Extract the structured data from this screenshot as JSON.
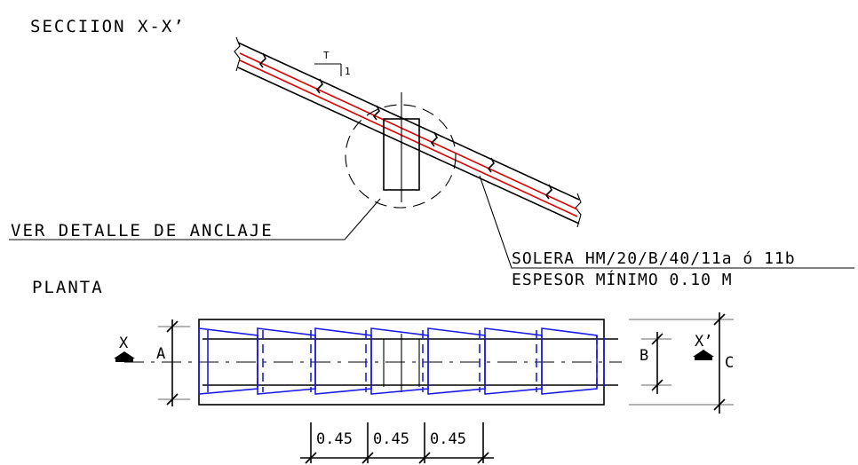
{
  "section_title": "SECCIION X-X’",
  "slope_label_top": "T",
  "slope_label_side": "1",
  "detail_callout": "VER DETALLE DE ANCLAJE",
  "slab_spec_line1": "SOLERA HM/20/B/40/11a ó 11b",
  "slab_spec_line2": "ESPESOR MÍNIMO 0.10 M",
  "plan_title": "PLANTA",
  "section_mark_left": "X",
  "section_mark_right": "X’",
  "dim_A": "A",
  "dim_B": "B",
  "dim_C": "C",
  "spacing_dims": [
    "0.45",
    "0.45",
    "0.45"
  ],
  "colors": {
    "outline": "#000000",
    "reinforcement_red": "#e00000",
    "reinforcement_blue": "#1a1ae6",
    "dimension_grey": "#9a9a9a"
  }
}
